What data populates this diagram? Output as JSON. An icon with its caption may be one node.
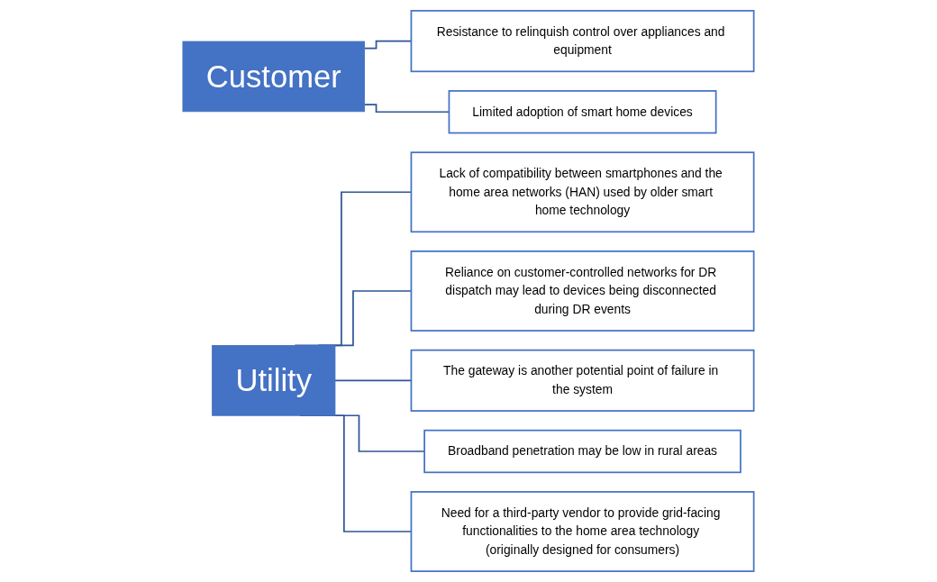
{
  "diagram": {
    "nodes": [
      {
        "text": [
          "Customer"
        ]
      },
      {
        "text": [
          "Resistance to relinquish control over appliances and equipment"
        ]
      },
      {
        "text": [
          "Limited adoption of smart home devices"
        ]
      },
      {
        "text": [
          "Utility"
        ]
      },
      {
        "text": [
          "Lack of compatibility between smartphones and the home area networks (HAN) used by older smart home technology"
        ]
      },
      {
        "text": [
          "Reliance on customer-controlled networks for DR dispatch may lead to devices being disconnected during DR events"
        ]
      },
      {
        "text": [
          "The gateway is another potential point of failure in the system"
        ]
      },
      {
        "text": [
          "Broadband penetration may be low in rural areas"
        ]
      },
      {
        "text": [
          "Need for a third-party vendor to provide grid-facing functionalities to the home area technology (originally designed for consumers)"
        ]
      }
    ],
    "edges": [
      {
        "from": 0,
        "to": 1,
        "arrow": "none"
      },
      {
        "from": 0,
        "to": 2,
        "arrow": "none"
      },
      {
        "from": 3,
        "to": 4,
        "arrow": "none"
      },
      {
        "from": 3,
        "to": 5,
        "arrow": "none"
      },
      {
        "from": 3,
        "to": 6,
        "arrow": "none"
      },
      {
        "from": 3,
        "to": 7,
        "arrow": "none"
      },
      {
        "from": 3,
        "to": 8,
        "arrow": "none"
      }
    ]
  }
}
